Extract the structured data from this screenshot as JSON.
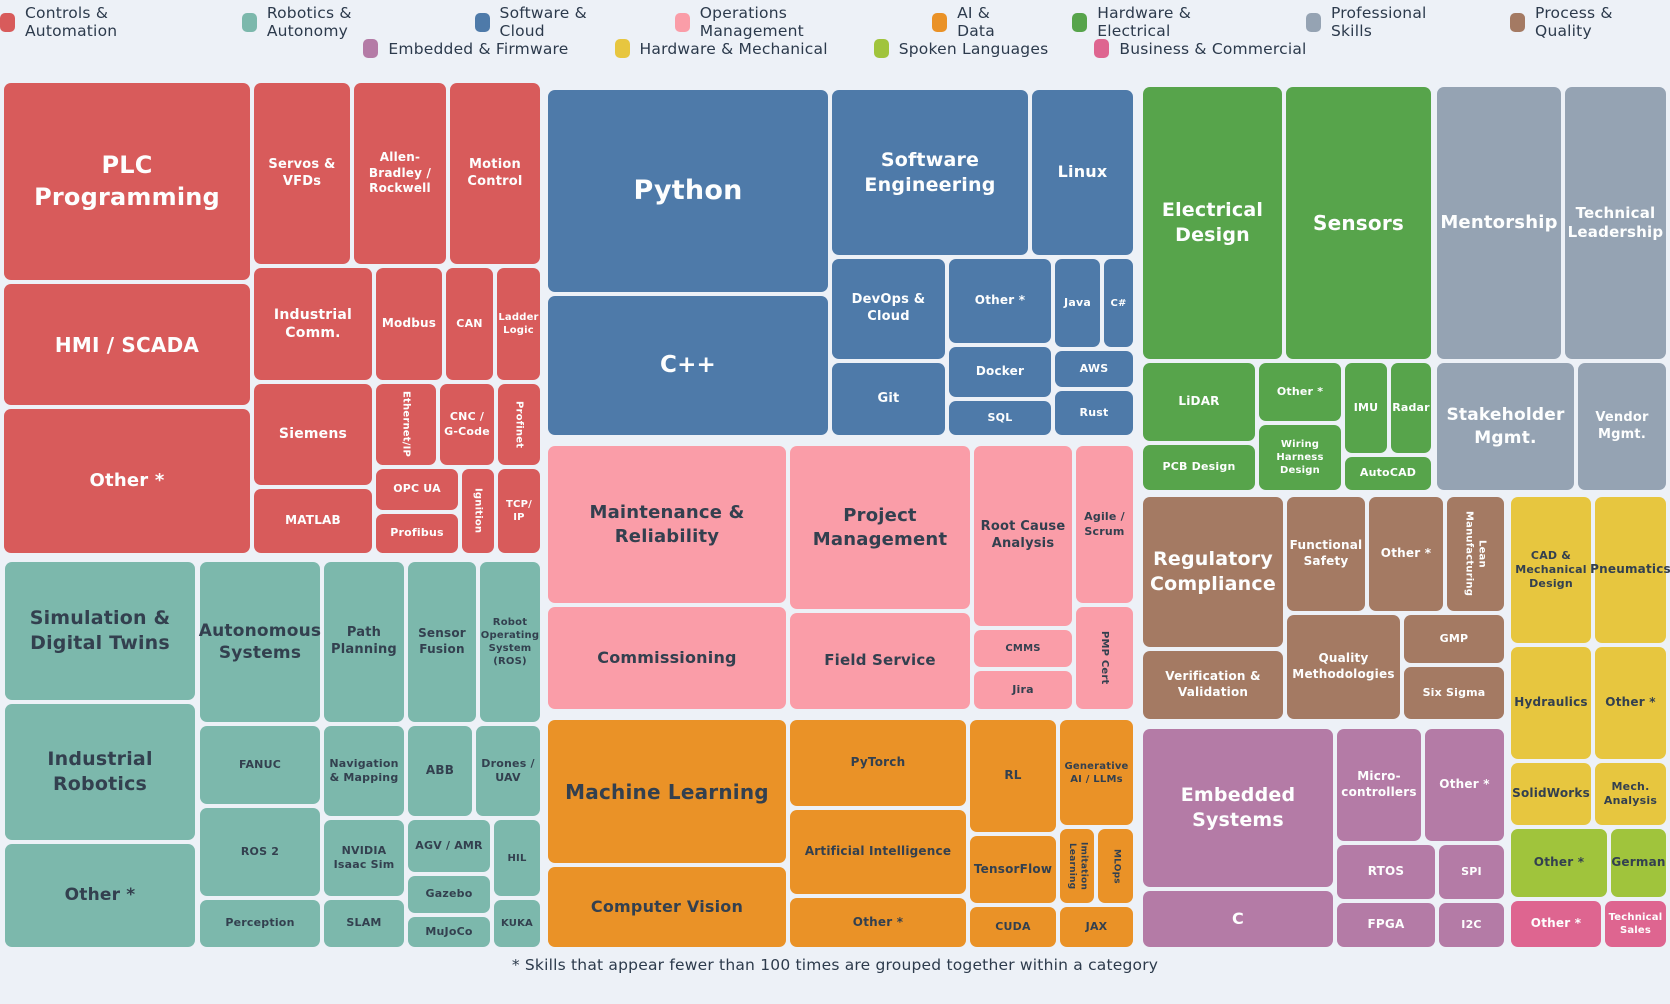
{
  "chart_data": {
    "type": "treemap",
    "legend_position": "top",
    "note": "* Skills that appear fewer than 100 times are grouped together within a category",
    "groups": [
      {
        "name": "Controls & Automation",
        "color": "#d85b5b",
        "children": [
          "PLC Programming",
          "Servos & VFDs",
          "Allen-Bradley / Rockwell",
          "Motion Control",
          "HMI / SCADA",
          "Other *",
          "Industrial Comm.",
          "Modbus",
          "CAN",
          "Ladder Logic",
          "Siemens",
          "Ethernet/IP",
          "CNC / G-Code",
          "Profinet",
          "MATLAB",
          "OPC UA",
          "Profibus",
          "Ignition",
          "TCP/ IP"
        ]
      },
      {
        "name": "Robotics & Autonomy",
        "color": "#7cb8ac",
        "children": [
          "Simulation & Digital Twins",
          "Industrial Robotics",
          "Other *",
          "Autonomous Systems",
          "Path Planning",
          "Sensor Fusion",
          "Robot Operating System (ROS)",
          "FANUC",
          "ROS 2",
          "Perception",
          "Navigation & Mapping",
          "NVIDIA Isaac Sim",
          "SLAM",
          "ABB",
          "Drones / UAV",
          "AGV / AMR",
          "Gazebo",
          "MuJoCo",
          "HIL",
          "KUKA"
        ]
      },
      {
        "name": "Software & Cloud",
        "color": "#4e7aa9",
        "children": [
          "Python",
          "C++",
          "Software Engineering",
          "Linux",
          "DevOps & Cloud",
          "Git",
          "Other *",
          "Docker",
          "SQL",
          "Java",
          "C#",
          "AWS",
          "Rust"
        ]
      },
      {
        "name": "Operations Management",
        "color": "#fa9da8",
        "children": [
          "Maintenance & Reliability",
          "Commissioning",
          "Project Management",
          "Field Service",
          "Root Cause Analysis",
          "CMMS",
          "Jira",
          "Agile / Scrum",
          "PMP Cert"
        ]
      },
      {
        "name": "AI & Data",
        "color": "#ea9227",
        "children": [
          "Machine Learning",
          "Computer Vision",
          "PyTorch",
          "Artificial Intelligence",
          "Other *",
          "RL",
          "Generative AI / LLMs",
          "TensorFlow",
          "Imitation Learning",
          "MLOps",
          "CUDA",
          "JAX"
        ]
      },
      {
        "name": "Hardware & Electrical",
        "color": "#57a44b",
        "children": [
          "Electrical Design",
          "Sensors",
          "LiDAR",
          "PCB Design",
          "Other *",
          "Wiring Harness Design",
          "IMU",
          "Radar",
          "AutoCAD"
        ]
      },
      {
        "name": "Professional Skills",
        "color": "#95a3b3",
        "children": [
          "Mentorship",
          "Technical Leadership",
          "Stakeholder Mgmt.",
          "Vendor Mgmt."
        ]
      },
      {
        "name": "Process & Quality",
        "color": "#a47a63",
        "children": [
          "Regulatory Compliance",
          "Functional Safety",
          "Other *",
          "Lean Manufacturing",
          "Verification & Validation",
          "Quality Methodologies",
          "GMP",
          "Six Sigma"
        ]
      },
      {
        "name": "Embedded & Firmware",
        "color": "#b47ba6",
        "children": [
          "Embedded Systems",
          "C",
          "Micro-controllers",
          "Other *",
          "RTOS",
          "SPI",
          "FPGA",
          "I2C"
        ]
      },
      {
        "name": "Hardware & Mechanical",
        "color": "#e7c63f",
        "children": [
          "CAD & Mechanical Design",
          "Pneumatics",
          "Hydraulics",
          "Other *",
          "SolidWorks",
          "Mech. Analysis"
        ]
      },
      {
        "name": "Spoken Languages",
        "color": "#a0c43c",
        "children": [
          "Other *",
          "German"
        ]
      },
      {
        "name": "Business & Commercial",
        "color": "#de6590",
        "children": [
          "Other *",
          "Technical Sales"
        ]
      }
    ]
  },
  "caption": "* Skills that appear fewer than 100 times are grouped together within a category"
}
